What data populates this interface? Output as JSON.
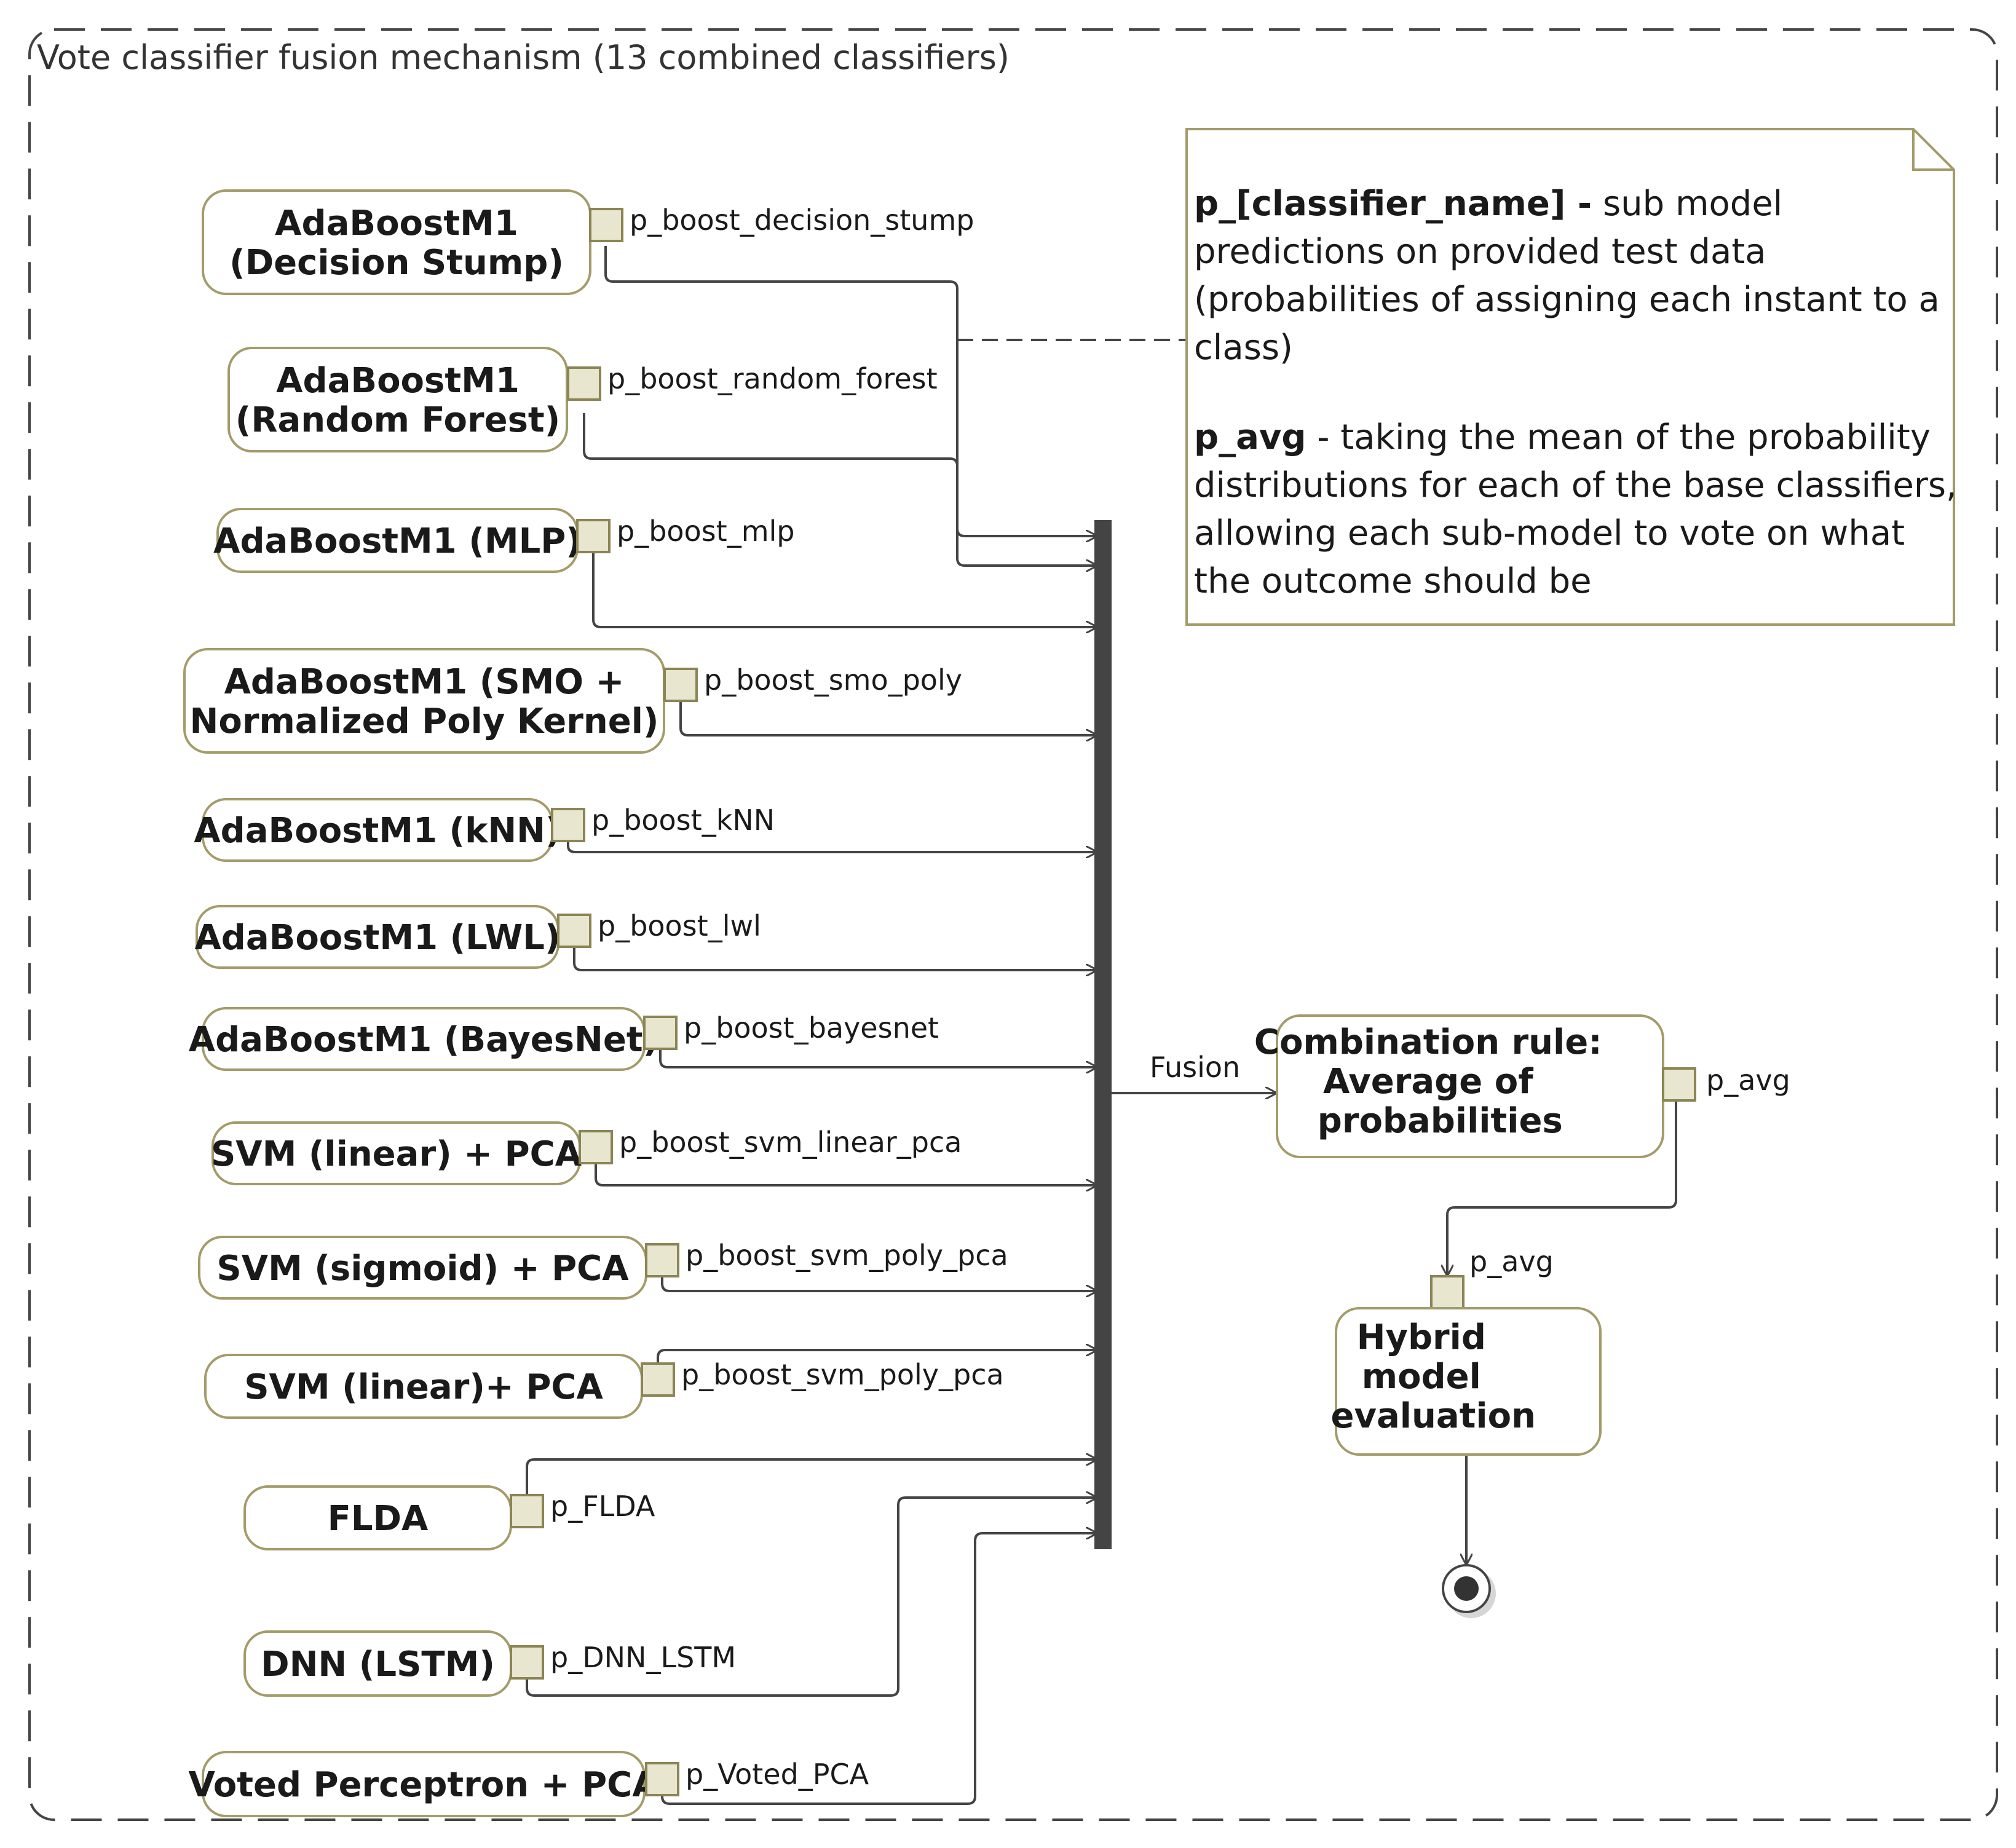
{
  "frame": {
    "title": "Vote classifier fusion mechanism (13 combined classifiers)"
  },
  "classifiers": [
    {
      "lines": [
        "AdaBoostM1",
        "(Decision Stump)"
      ],
      "pin": "p_boost_decision_stump"
    },
    {
      "lines": [
        "AdaBoostM1",
        "(Random Forest)"
      ],
      "pin": "p_boost_random_forest"
    },
    {
      "lines": [
        "AdaBoostM1 (MLP)"
      ],
      "pin": "p_boost_mlp"
    },
    {
      "lines": [
        "AdaBoostM1 (SMO +",
        "Normalized Poly Kernel)"
      ],
      "pin": "p_boost_smo_poly"
    },
    {
      "lines": [
        "AdaBoostM1 (kNN)"
      ],
      "pin": "p_boost_kNN"
    },
    {
      "lines": [
        "AdaBoostM1 (LWL)"
      ],
      "pin": "p_boost_lwl"
    },
    {
      "lines": [
        "AdaBoostM1 (BayesNet)"
      ],
      "pin": "p_boost_bayesnet"
    },
    {
      "lines": [
        "SVM (linear) + PCA"
      ],
      "pin": "p_boost_svm_linear_pca"
    },
    {
      "lines": [
        "SVM (sigmoid) + PCA"
      ],
      "pin": "p_boost_svm_poly_pca"
    },
    {
      "lines": [
        "SVM (linear)+ PCA"
      ],
      "pin": "p_boost_svm_poly_pca"
    },
    {
      "lines": [
        "FLDA"
      ],
      "pin": "p_FLDA"
    },
    {
      "lines": [
        "DNN (LSTM)"
      ],
      "pin": "p_DNN_LSTM"
    },
    {
      "lines": [
        "Voted Perceptron + PCA"
      ],
      "pin": "p_Voted_PCA"
    }
  ],
  "fusion": {
    "label": "Fusion"
  },
  "combination": {
    "lines": [
      "Combination rule:",
      "Average of",
      "probabilities"
    ],
    "pin": "p_avg"
  },
  "evaluation": {
    "lines": [
      "Hybrid",
      "model",
      "evaluation"
    ],
    "pin": "p_avg"
  },
  "note": {
    "line1_bold": "p_[classifier_name] -",
    "line1_rest": " sub model",
    "line2": "predictions on provided test data",
    "line3": "(probabilities of assigning each instant to a",
    "line4": "class)",
    "line5_bold": "p_avg",
    "line5_rest": " - taking the mean of the probability",
    "line6": "distributions for each of the base classifiers,",
    "line7": "allowing each sub-model to vote on what",
    "line8": "the outcome should be"
  },
  "colors": {
    "node_border": "#a39c6a",
    "pin_fill": "#e8e6cf",
    "fork_bar": "#444444"
  }
}
